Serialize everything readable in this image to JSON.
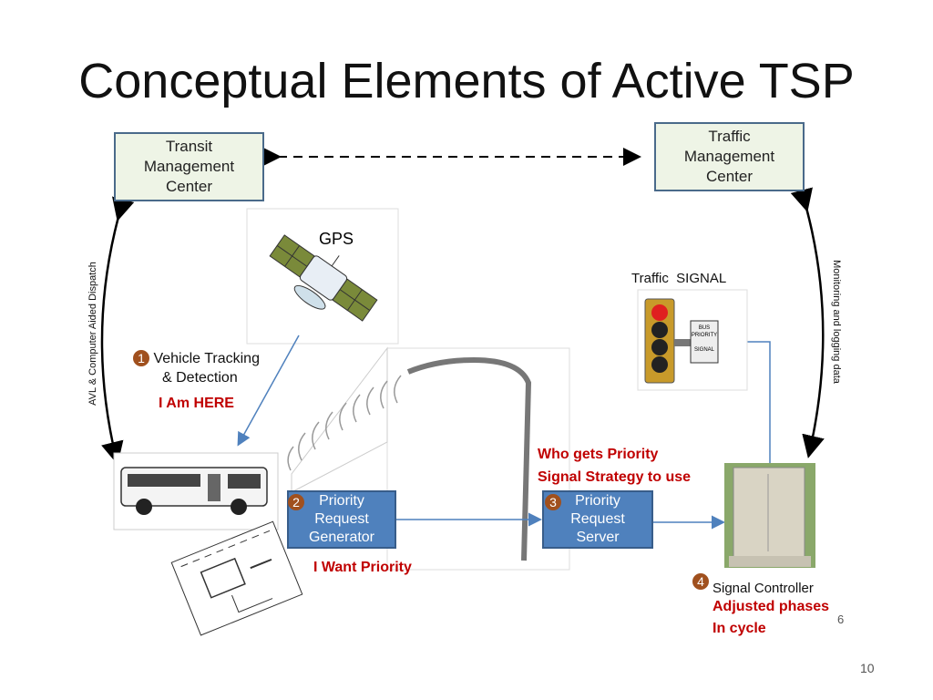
{
  "title": "Conceptual Elements of Active TSP",
  "transit_center": [
    "Transit",
    "Management",
    "Center"
  ],
  "traffic_center": [
    "Traffic",
    "Management",
    "Center"
  ],
  "gps_label": "GPS",
  "traffic_signal_label": "Traffic  SIGNAL",
  "signal_sign": [
    "BUS",
    "PRIORITY",
    "SIGNAL"
  ],
  "left_arc_label": "AVL & Computer Aided Dispatch",
  "right_arc_label": "Monitoring and logging data",
  "step1": {
    "num": "1",
    "line1": "Vehicle Tracking",
    "line2": "& Detection",
    "note": "I Am HERE"
  },
  "step2": {
    "num": "2",
    "lines": [
      "Priority",
      "Request",
      "Generator"
    ],
    "note": "I Want Priority"
  },
  "step3": {
    "num": "3",
    "lines": [
      "Priority",
      "Request",
      "Server"
    ],
    "note1": "Who gets Priority",
    "note2": "Signal Strategy to use"
  },
  "step4": {
    "num": "4",
    "label": "Signal Controller",
    "note1": "Adjusted phases",
    "note2": "In cycle"
  },
  "small_num": "6",
  "page_number": "10",
  "colors": {
    "badge": "#a0501e",
    "box_blue": "#4f81bd",
    "box_green": "#eef4e6",
    "note_red": "#c00000",
    "arrow_blue": "#4f81bd"
  }
}
